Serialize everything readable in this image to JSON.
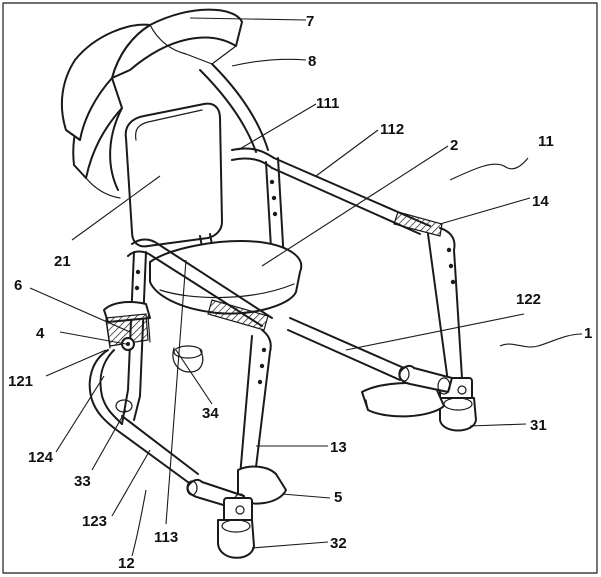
{
  "labels": {
    "l7": "7",
    "l8": "8",
    "l111": "111",
    "l112": "112",
    "l2": "2",
    "l11": "11",
    "l14": "14",
    "l21": "21",
    "l6": "6",
    "l122": "122",
    "l1": "1",
    "l4": "4",
    "l121": "121",
    "l34": "34",
    "l31": "31",
    "l124": "124",
    "l13": "13",
    "l33": "33",
    "l5": "5",
    "l123": "123",
    "l113": "113",
    "l32": "32",
    "l12": "12"
  }
}
